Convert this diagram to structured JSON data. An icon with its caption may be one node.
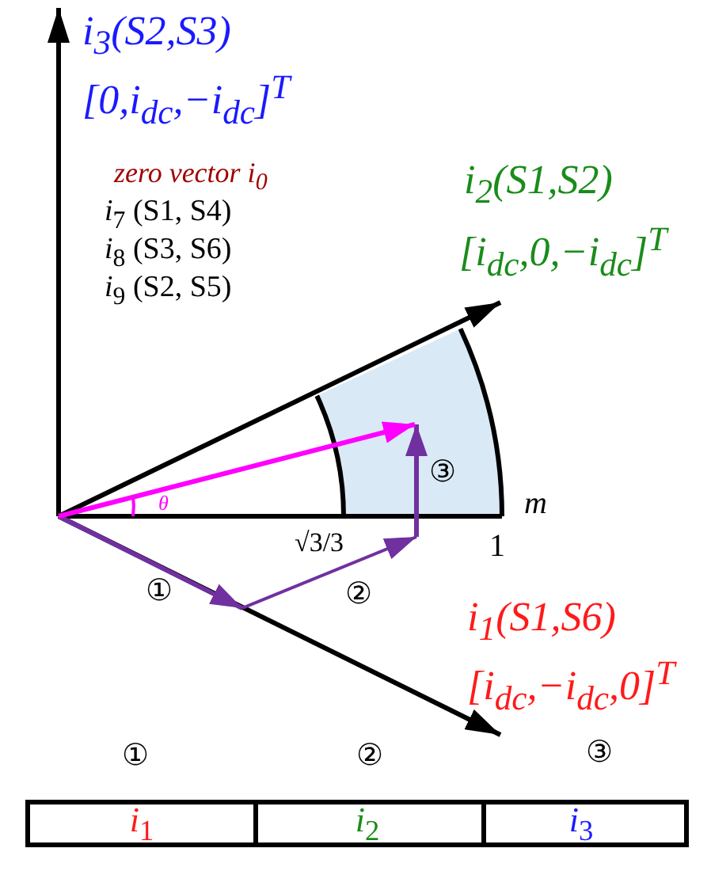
{
  "diagram": {
    "nodes": [
      {
        "text": [
          "*i*$_{1}$"
        ]
      },
      {
        "text": [
          "*i*$_{2}$"
        ]
      },
      {
        "text": [
          "*i*$_{3}$"
        ]
      }
    ],
    "labels": [
      "i$_{3}$(S2,S3)",
      "[0,i$_{dc}$,−i$_{dc}$]$^{T}$",
      "zero vector i$_{0}$",
      "*i*$_{7}$ (S1, S4)",
      "*i*$_{8}$ (S3, S6)",
      "*i*$_{9}$ (S2, S5)",
      "i$_{2}$(S1,S2)",
      "[i$_{dc}$,0,−i$_{dc}$]$^{T}$",
      "θ",
      "③",
      "m",
      "√3/3",
      "1",
      "①",
      "②",
      "i$_{1}$(S1,S6)",
      "[i$_{dc}$,−i$_{dc}$,0]$^{T}$",
      "①",
      "②",
      "③"
    ]
  }
}
